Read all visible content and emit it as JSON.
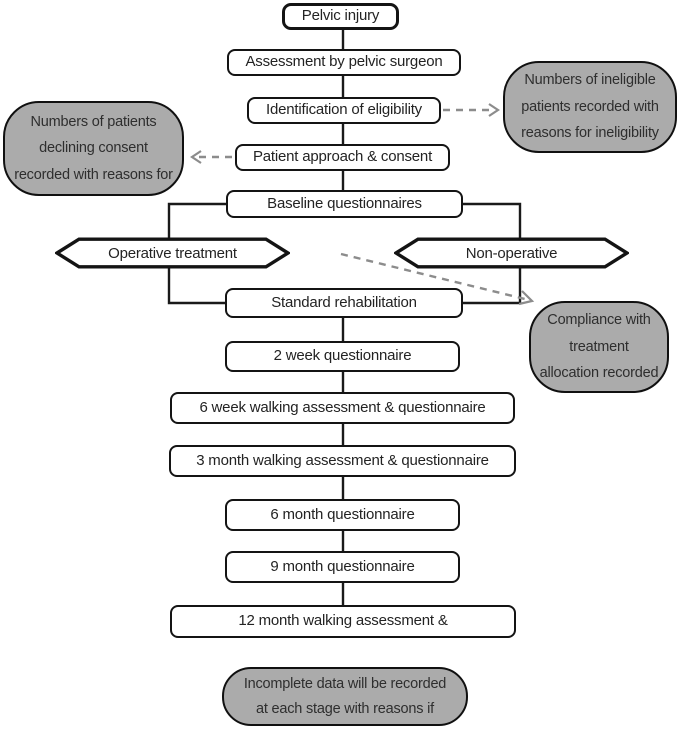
{
  "diagram": {
    "nodes": {
      "pelvic_injury": "Pelvic injury",
      "assessment": "Assessment by pelvic surgeon",
      "identification": "Identification of eligibility",
      "approach": "Patient approach & consent",
      "baseline": "Baseline questionnaires",
      "operative": "Operative treatment",
      "non_operative": "Non-operative",
      "standard_rehab": "Standard rehabilitation",
      "two_week": "2 week questionnaire",
      "six_week": "6 week walking assessment & questionnaire",
      "three_month": "3 month walking assessment & questionnaire",
      "six_month": "6 month questionnaire",
      "nine_month": "9 month questionnaire",
      "twelve_month": "12 month walking assessment &"
    },
    "callouts": {
      "ineligible": "Numbers of ineligible\npatients recorded with\nreasons for ineligibility",
      "declining": "Numbers of patients\ndeclining consent\nrecorded with reasons for",
      "compliance": "Compliance with\ntreatment\nallocation recorded",
      "incomplete": "Incomplete data will be recorded\nat each stage with reasons if"
    },
    "colors": {
      "callout_fill": "#ababab",
      "solid_line": "#1a1a1a",
      "dashed_line": "#8c8c8c",
      "box_border": "#141414",
      "box_fill": "#ffffff",
      "text": "#262626"
    }
  }
}
